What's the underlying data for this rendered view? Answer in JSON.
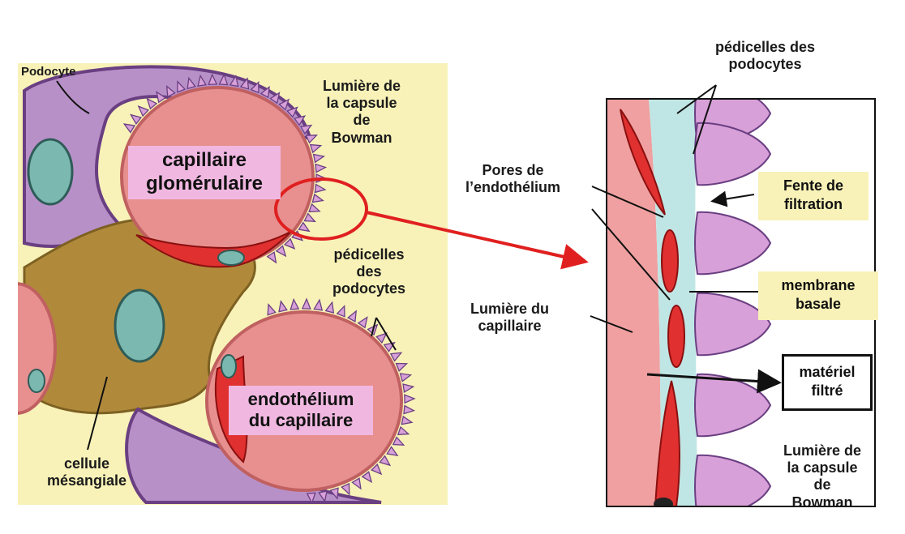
{
  "colors": {
    "background_yellow": "#f8f2b8",
    "capillary_pink": "#e89090",
    "capillary_edge": "#c06060",
    "endothelium_red": "#e03030",
    "podocyte_purple": "#b890c8",
    "podocyte_edge": "#6a3f82",
    "pedicel_pink": "#d8a0d8",
    "mesangial_brown": "#b08a3a",
    "nucleus_teal": "#7ab8b0",
    "basement_blue": "#bfe6e4",
    "label_pink_bg": "#f0b8e0",
    "highlight_red": "#e02020"
  },
  "left_panel": {
    "podocyte": "Podocyte",
    "bowman_lumen": [
      "Lumière de",
      "la capsule",
      "de",
      "Bowman"
    ],
    "glomerular_capillary": [
      "capillaire",
      "glomérulaire"
    ],
    "pedicels": [
      "pédicelles",
      "des",
      "podocytes"
    ],
    "endothelium": [
      "endothélium",
      "du capillaire"
    ],
    "mesangial_cell": [
      "cellule",
      "mésangiale"
    ]
  },
  "right_panel": {
    "pedicels": [
      "pédicelles des",
      "podocytes"
    ],
    "endothelial_pores": [
      "Pores de",
      "l’endothélium"
    ],
    "filtration_slit": [
      "Fente de",
      "filtration"
    ],
    "capillary_lumen": [
      "Lumière du",
      "capillaire"
    ],
    "basement_membrane": [
      "membrane",
      "basale"
    ],
    "filtered_material": [
      "matériel",
      "filtré"
    ],
    "bowman_lumen": [
      "Lumière de",
      "la capsule",
      "de",
      "Bowman"
    ]
  }
}
